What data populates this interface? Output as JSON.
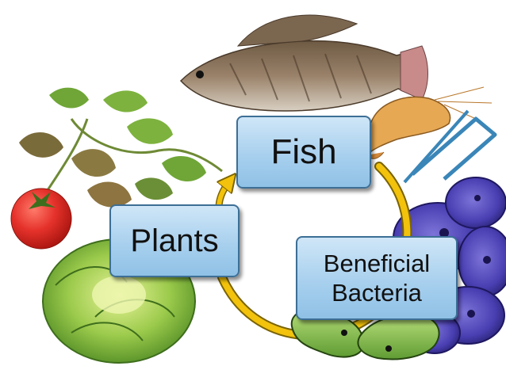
{
  "diagram": {
    "nodes": {
      "fish": {
        "label": "Fish"
      },
      "plants": {
        "label": "Plants"
      },
      "bacteria": {
        "line1": "Beneficial",
        "line2": "Bacteria"
      }
    },
    "cycle_color": "#f2c20c",
    "box_color": "#a8d0ee",
    "illustrations": [
      "fish-illustration",
      "shrimp-illustration",
      "tomato-plant-illustration",
      "lettuce-illustration",
      "bacteria-illustration",
      "purple-cells-illustration"
    ]
  }
}
